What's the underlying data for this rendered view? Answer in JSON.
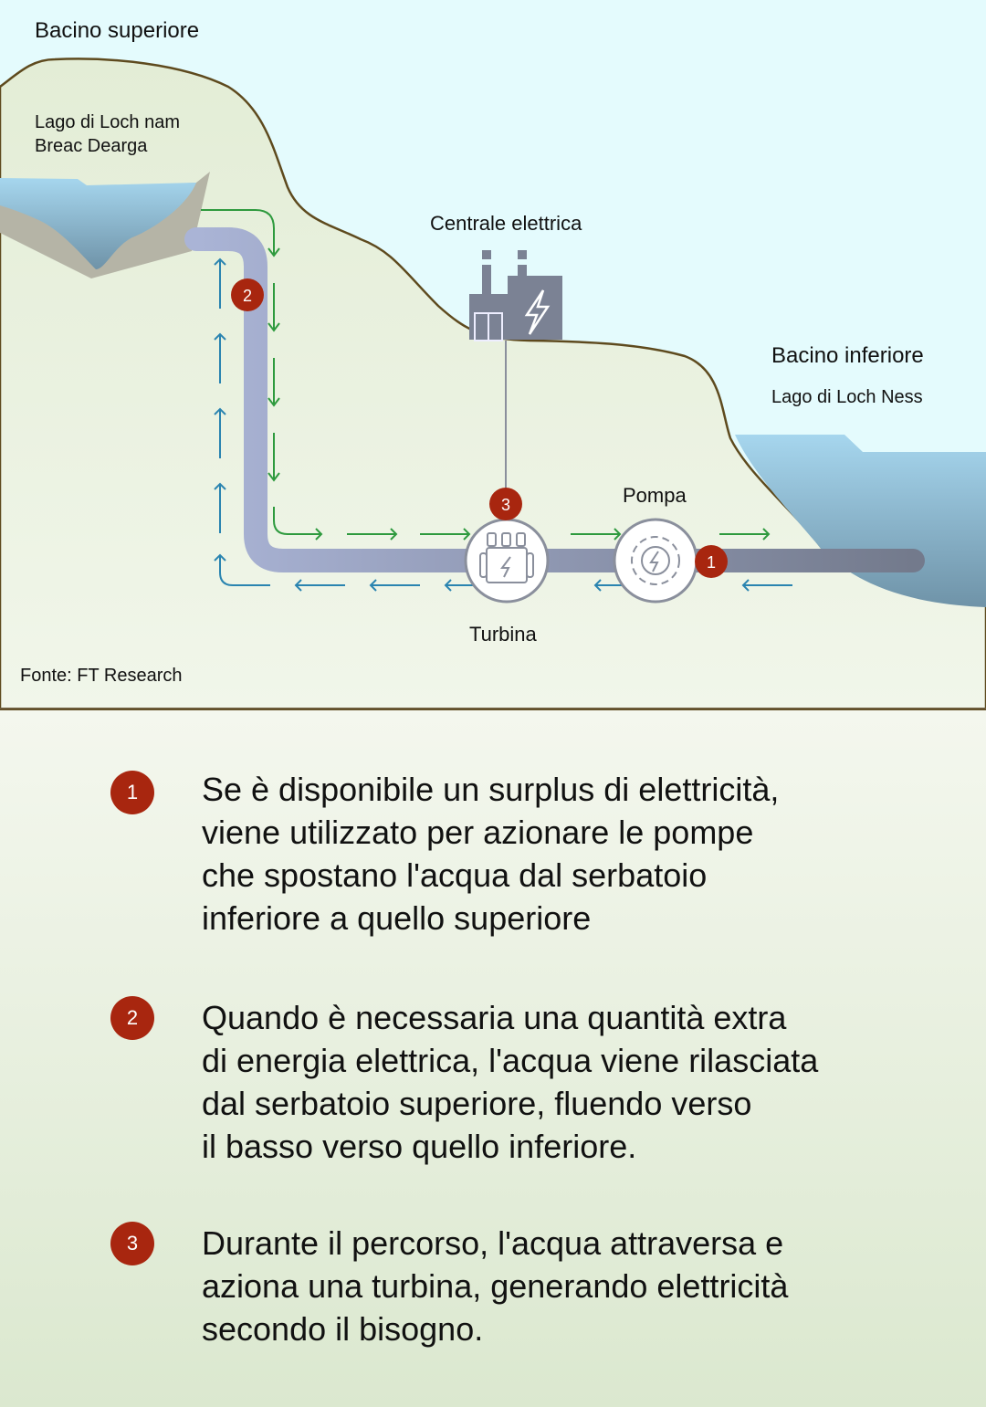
{
  "diagram": {
    "upper_reservoir_title": "Bacino superiore",
    "upper_lake_name_line1": "Lago di Loch nam",
    "upper_lake_name_line2": "Breac Dearga",
    "power_station": "Centrale elettrica",
    "lower_reservoir_title": "Bacino inferiore",
    "lower_lake_name": "Lago di Loch Ness",
    "pump": "Pompa",
    "turbine": "Turbina",
    "source": "Fonte: FT Research",
    "markers": [
      "1",
      "2",
      "3"
    ],
    "colors": {
      "sky": "#e4fbfd",
      "ground": "#e6efdb",
      "hill_outline": "#5e4a1e",
      "water": "#9fcbe3",
      "pipe": "#9aa3bf",
      "badge": "#a8260f",
      "down_flow": "#2e9a3e",
      "up_flow": "#2a84b0"
    }
  },
  "steps": [
    {
      "number": "1",
      "lines": [
        "Se è disponibile un surplus di elettricità,",
        "viene utilizzato per azionare le pompe",
        "che spostano l'acqua dal serbatoio",
        "inferiore a quello superiore"
      ]
    },
    {
      "number": "2",
      "lines": [
        "Quando è necessaria una quantità extra",
        "di energia elettrica, l'acqua viene rilasciata",
        "dal serbatoio superiore, fluendo verso",
        "il basso verso quello inferiore."
      ]
    },
    {
      "number": "3",
      "lines": [
        "Durante il percorso, l'acqua attraversa e",
        "aziona una turbina, generando elettricità",
        "secondo il bisogno."
      ]
    }
  ]
}
